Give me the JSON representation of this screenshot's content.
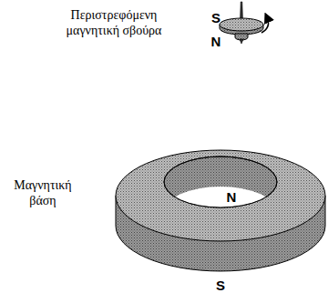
{
  "diagram": {
    "labels": [
      "Περιστρεφόμενη μαγνητική σβούρα",
      "S",
      "N",
      "Μαγνητική βάση",
      "N",
      "S"
    ]
  }
}
